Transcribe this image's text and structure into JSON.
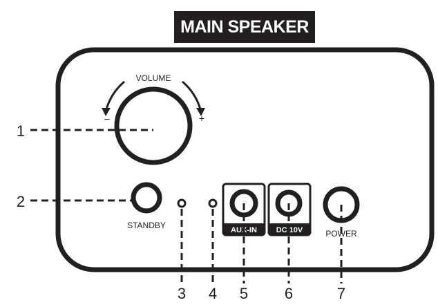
{
  "title": "MAIN SPEAKER",
  "knob": {
    "label": "VOLUME",
    "minus": "–",
    "plus": "+"
  },
  "controls": {
    "standby": "STANDBY",
    "aux_in": "AUX-IN",
    "dc": "DC 10V",
    "power": "POWER"
  },
  "callouts": [
    "1",
    "2",
    "3",
    "4",
    "5",
    "6",
    "7"
  ],
  "colors": {
    "ink": "#231f20",
    "background": "#ffffff"
  }
}
